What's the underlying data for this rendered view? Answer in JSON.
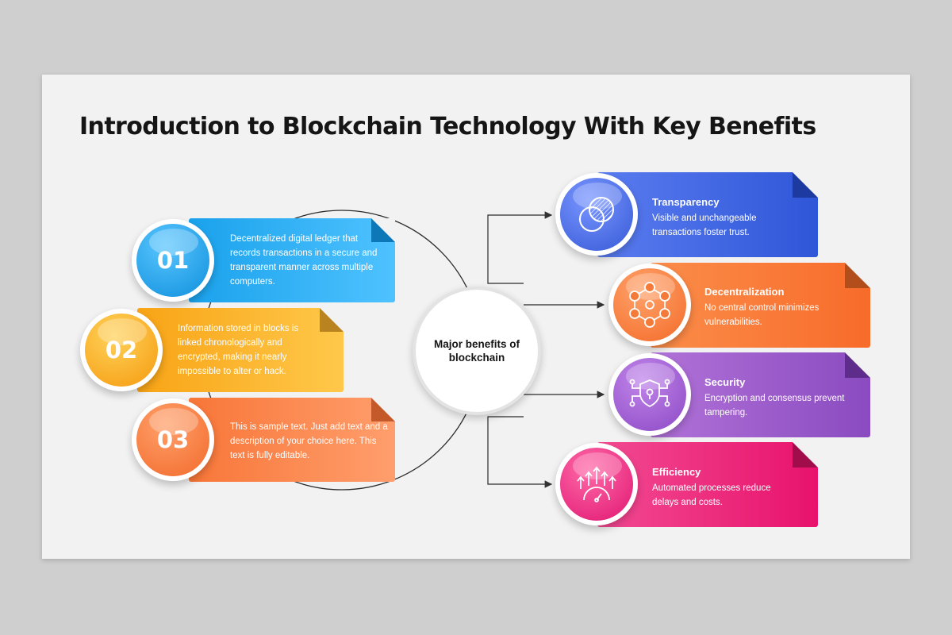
{
  "title": "Introduction to Blockchain Technology With Key Benefits",
  "center": {
    "label": "Major benefits of blockchain"
  },
  "steps": [
    {
      "number": "01",
      "text": "Decentralized digital ledger that records transactions in a secure and transparent manner across multiple computers.",
      "color": "#1aa2ec"
    },
    {
      "number": "02",
      "text": "Information stored in blocks is linked chronologically and encrypted, making it nearly impossible to alter or hack.",
      "color": "#f9a820"
    },
    {
      "number": "03",
      "text": "This is sample text. Just add text and a description of your choice here. This text is fully editable.",
      "color": "#f97b3d"
    }
  ],
  "benefits": [
    {
      "title": "Transparency",
      "text": "Visible and unchangeable transactions foster trust.",
      "icon": "transparency-icon",
      "color": "#3f66e0"
    },
    {
      "title": "Decentralization",
      "text": "No central control minimizes vulnerabilities.",
      "icon": "network-icon",
      "color": "#f97a38"
    },
    {
      "title": "Security",
      "text": "Encryption and consensus prevent tampering.",
      "icon": "shield-lock-icon",
      "color": "#9a55c6"
    },
    {
      "title": "Efficiency",
      "text": "Automated processes reduce delays and costs.",
      "icon": "speed-arrows-icon",
      "color": "#ec2a86"
    }
  ]
}
